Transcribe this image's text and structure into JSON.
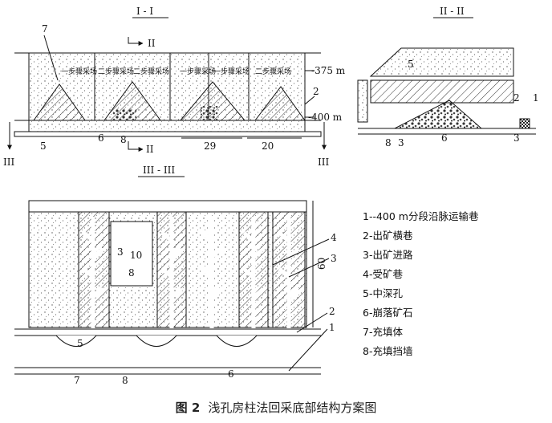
{
  "sections": {
    "s1": "I - I",
    "s2": "II - II",
    "s3": "III - III"
  },
  "section_marks": {
    "II": "II",
    "III": "III"
  },
  "levels": {
    "upper": "375 m",
    "lower": "400 m"
  },
  "step_labels": [
    "一步骤采场",
    "二步骤采场",
    "二步骤采场",
    "一步骤采场",
    "一步骤采场",
    "二步骤采场"
  ],
  "dimensions": {
    "d29": "29",
    "d20": "20",
    "d60": "60",
    "d8": "8",
    "d3": "3",
    "d10": "10"
  },
  "numbers": [
    "1",
    "2",
    "3",
    "4",
    "5",
    "6",
    "7",
    "8"
  ],
  "legend": [
    "1--400 m分段沿脉运输巷",
    "2-出矿横巷",
    "3-出矿进路",
    "4-受矿巷",
    "5-中深孔",
    "6-崩落矿石",
    "7-充填体",
    "8-充填挡墙"
  ],
  "caption": {
    "figure": "图 2",
    "title": "浅孔房柱法回采底部结构方案图"
  }
}
